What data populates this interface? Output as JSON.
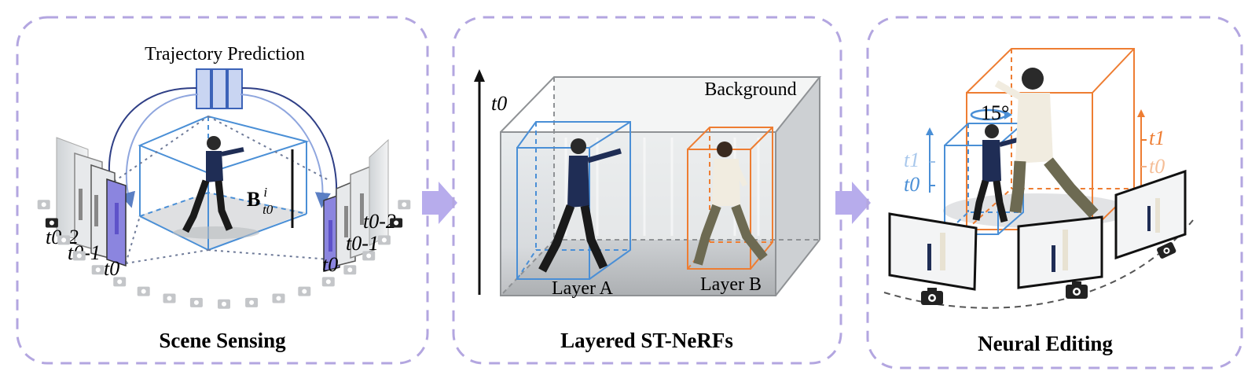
{
  "panels": [
    {
      "title": "Scene Sensing"
    },
    {
      "title": "Layered ST-NeRFs"
    },
    {
      "title": "Neural Editing"
    }
  ],
  "scene_sensing": {
    "header": "Trajectory Prediction",
    "box_symbol": "B",
    "box_sup": "i",
    "box_sub": "t0",
    "left_labels": [
      "t0-2",
      "t0-1",
      "t0"
    ],
    "right_labels": [
      "t0-2",
      "t0-1",
      "t0"
    ]
  },
  "layered": {
    "time_axis": "t0",
    "background_label": "Background",
    "layer_a": "Layer A",
    "layer_b": "Layer B"
  },
  "editing": {
    "angle": "15°",
    "left_times": [
      "t1",
      "t0"
    ],
    "right_times": [
      "t1",
      "t0"
    ]
  },
  "colors": {
    "panel_border": "#b3a6e0",
    "arrow": "#b7acec",
    "blue": "#4a8fd6",
    "orange": "#ee7d32",
    "purple": "#7b6fd6",
    "dark_arc": "#2f3f86"
  },
  "icons": [
    "camera-icon",
    "person-icon"
  ]
}
